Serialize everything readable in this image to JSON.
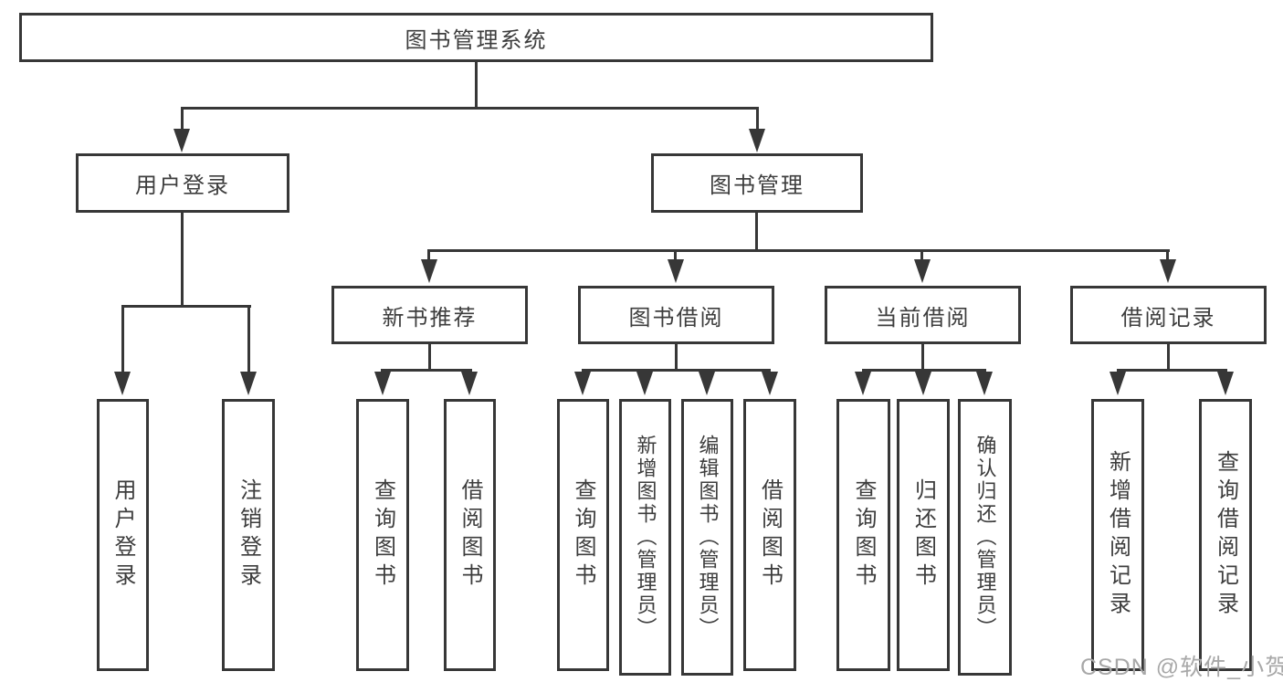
{
  "tree": {
    "root": {
      "label": "图书管理系统",
      "children": [
        {
          "label": "用户登录",
          "children": [
            {
              "label": "用户登录"
            },
            {
              "label": "注销登录"
            }
          ]
        },
        {
          "label": "图书管理",
          "children": [
            {
              "label": "新书推荐",
              "children": [
                {
                  "label": "查询图书"
                },
                {
                  "label": "借阅图书"
                }
              ]
            },
            {
              "label": "图书借阅",
              "children": [
                {
                  "label": "查询图书"
                },
                {
                  "label": "新增图书（管理员）"
                },
                {
                  "label": "编辑图书（管理员）"
                },
                {
                  "label": "借阅图书"
                }
              ]
            },
            {
              "label": "当前借阅",
              "children": [
                {
                  "label": "查询图书"
                },
                {
                  "label": "归还图书"
                },
                {
                  "label": "确认归还（管理员）"
                }
              ]
            },
            {
              "label": "借阅记录",
              "children": [
                {
                  "label": "新增借阅记录"
                },
                {
                  "label": "查询借阅记录"
                }
              ]
            }
          ]
        }
      ]
    }
  },
  "watermark": {
    "text": "CSDN @软件_小贺同学"
  },
  "colors": {
    "line": "#373737",
    "text": "#3d3d3d",
    "watermark": "#a8a8a8",
    "background": "#ffffff"
  }
}
